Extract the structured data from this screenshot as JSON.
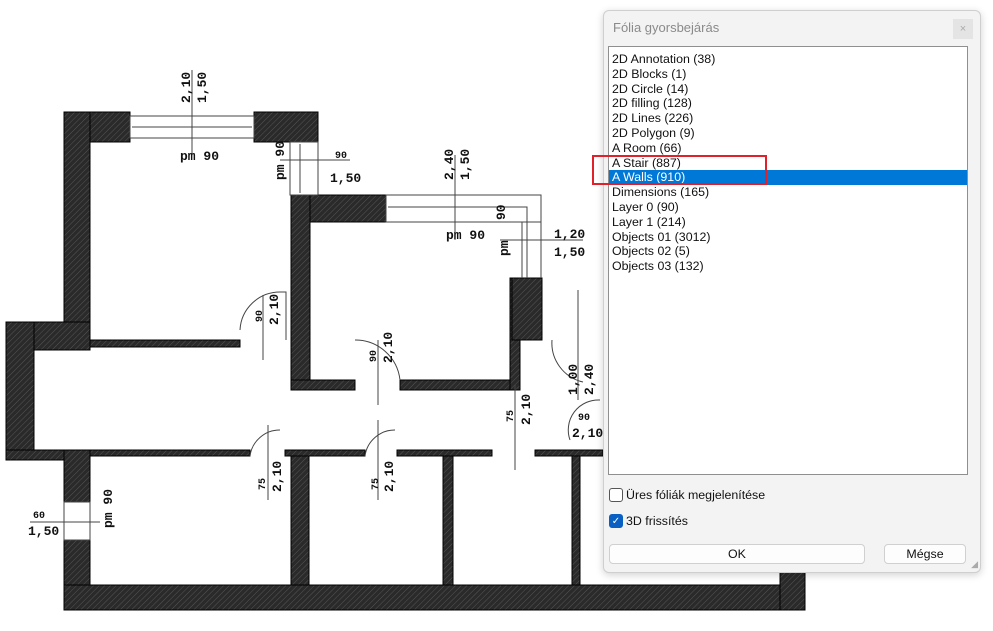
{
  "plan": {
    "labels": [
      "2,10",
      "1,50",
      "pm 90",
      "pm 90",
      "90",
      "1,50",
      "2,40",
      "1,50",
      "pm 90",
      "90",
      "pm",
      "1,20",
      "1,50",
      "90",
      "2,10",
      "90",
      "2,10",
      "75",
      "2,10",
      "1,00",
      "2,40",
      "90",
      "2,10",
      "75",
      "2,10",
      "75",
      "2,10",
      "60",
      "1,50",
      "pm 90"
    ]
  },
  "dialog": {
    "title": "Fólia gyorsbejárás",
    "close_icon": "×",
    "layers": [
      "2D Annotation (38)",
      "2D Blocks (1)",
      "2D Circle (14)",
      "2D filling (128)",
      "2D Lines (226)",
      "2D Polygon (9)",
      "A Room (66)",
      "A Stair (887)",
      "A Walls (910)",
      "Dimensions (165)",
      "Layer 0 (90)",
      "Layer 1 (214)",
      "Objects 01 (3012)",
      "Objects 02 (5)",
      "Objects 03 (132)"
    ],
    "selected": "A Walls (910)",
    "show_empty_label": "Üres fóliák megjelenítése",
    "show_empty_checked": false,
    "refresh_3d_label": "3D frissítés",
    "refresh_3d_checked": true,
    "ok_label": "OK",
    "cancel_label": "Mégse",
    "check_mark": "✓"
  }
}
